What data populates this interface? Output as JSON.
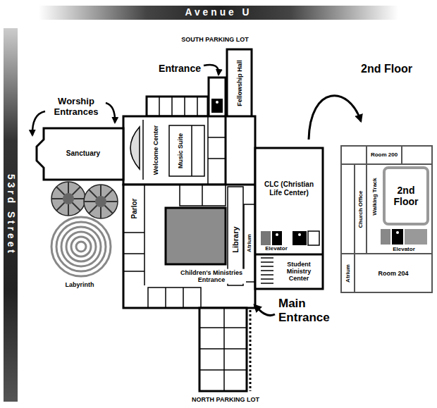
{
  "diagram": {
    "nodes": [
      {
        "text": [
          "Avenue U"
        ]
      },
      {
        "text": [
          "53rd Street"
        ]
      },
      {
        "text": [
          "Fellowship Hall"
        ]
      },
      {
        "text": [
          "Sanctuary"
        ]
      },
      {
        "text": [
          "Welcome Center"
        ]
      },
      {
        "text": [
          "Music Suite"
        ]
      },
      {
        "text": [
          "CLC (Christian Life Center)"
        ]
      },
      {
        "text": [
          "Parlor"
        ]
      },
      {
        "text": [
          "Library"
        ]
      },
      {
        "text": [
          "Atrium"
        ]
      },
      {
        "text": [
          "Student Ministry Center"
        ]
      },
      {
        "text": [
          "2nd Floor"
        ]
      },
      {
        "text": [
          "Room 200"
        ],
        "in": 11
      },
      {
        "text": [
          "Church Office"
        ],
        "in": 11
      },
      {
        "text": [
          "Walking Track"
        ],
        "in": 11
      },
      {
        "text": [
          "2nd Floor"
        ],
        "in": 11
      },
      {
        "text": [
          "Atrium"
        ],
        "in": 11
      },
      {
        "text": [
          "Room 204"
        ],
        "in": 11
      }
    ],
    "labels": [
      "SOUTH PARKING LOT",
      "Entrance",
      "Worship Entrances",
      "Elevator",
      "Labyrinth",
      "Children's Ministries Entrance",
      "Main Entrance",
      "NORTH PARKING LOT",
      "Elevator"
    ]
  }
}
